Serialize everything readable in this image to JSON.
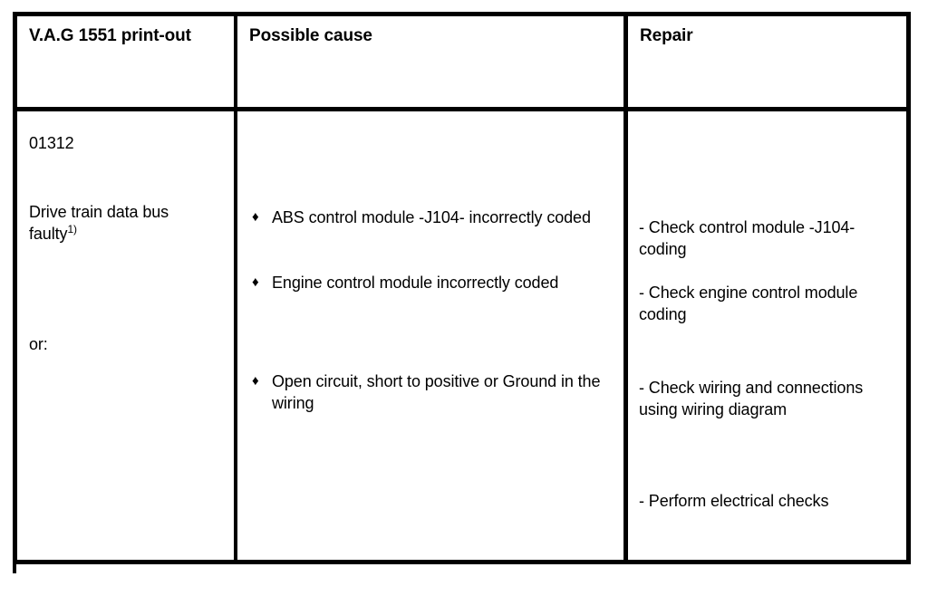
{
  "document": {
    "type": "service-manual-fault-table",
    "background_color": "#ffffff",
    "ink_color": "#000000"
  },
  "table": {
    "headers": [
      {
        "label": "V.A.G 1551 print-out"
      },
      {
        "label": "Possible cause"
      },
      {
        "label": "Repair"
      }
    ],
    "rows": [
      {
        "fault": {
          "code": "01312",
          "description": "Drive train data bus faulty",
          "footnote_marker": "1)",
          "continuation": "or:"
        },
        "possible_causes": [
          {
            "bullet": "♦",
            "text": "ABS control module -J104- incorrectly coded"
          },
          {
            "bullet": "♦",
            "text": "Engine control module incorrectly coded"
          },
          {
            "bullet": "♦",
            "text": "Open circuit, short to positive or Ground in the wiring"
          }
        ],
        "repairs": [
          {
            "text": "- Check control module -J104- coding"
          },
          {
            "text": "- Check engine control module coding"
          },
          {
            "text": "- Check wiring and connections using wiring diagram"
          },
          {
            "text": "- Perform electrical checks"
          }
        ]
      }
    ]
  }
}
